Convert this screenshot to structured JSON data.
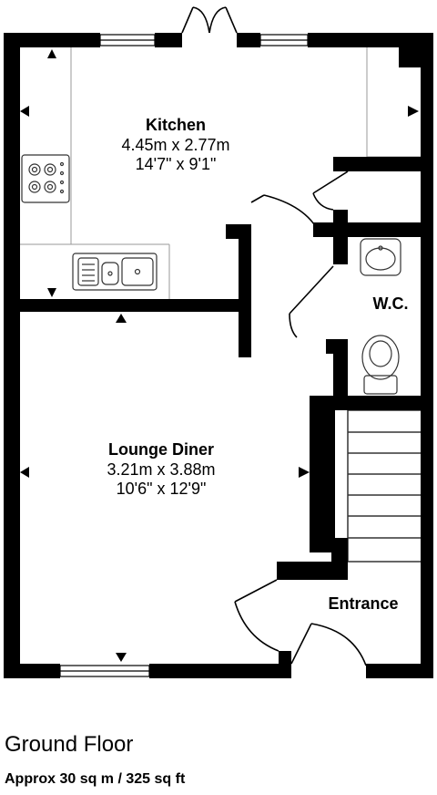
{
  "rooms": {
    "kitchen": {
      "name": "Kitchen",
      "metric": "4.45m x 2.77m",
      "imperial": "14'7\" x 9'1\""
    },
    "lounge": {
      "name": "Lounge Diner",
      "metric": "3.21m x 3.88m",
      "imperial": "10'6\" x 12'9\""
    },
    "wc": {
      "name": "W.C."
    },
    "entrance": {
      "name": "Entrance"
    }
  },
  "floor": {
    "name": "Ground Floor",
    "area": "Approx 30 sq m / 325 sq ft"
  }
}
